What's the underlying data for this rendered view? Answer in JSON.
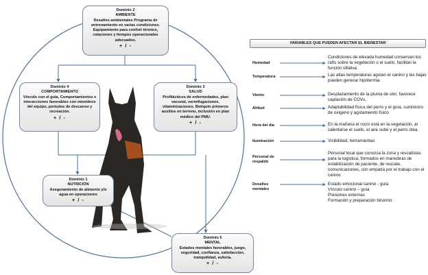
{
  "domains": {
    "d2": {
      "title": "Dominio 2",
      "name": "AMBIENTE",
      "text": "Desafíos ambientales Programa de entrenamiento en varias condiciones. Equipamiento para confort térmico, rotaciones y tiempos operacionales adecuados.",
      "scale": "+ / -"
    },
    "d4": {
      "title": "Dominio 4",
      "name": "COMPORTAMIENTO",
      "text": "Vínculo con el guía, Comportamientos e interacciones favorables con miembros del equipo, periodos de descanso y recreación.",
      "scale": "+ / -"
    },
    "d3": {
      "title": "Dominio 3",
      "name": "SALUD",
      "text": "Profilácticos de enfermedades, plan vacunal, vermifugaciones, vitaminizaciones. Botiquín primeros auxilios en terreno, inclusión en plan médico del PMU.",
      "scale": "+ / -"
    },
    "d1": {
      "title": "Dominio 1",
      "name": "NUTRICIÓN",
      "text": "Aseguramiento de alimento y/o agua en operaciones",
      "scale": "+ / -"
    },
    "d5": {
      "title": "Dominio 5",
      "name": "MENTAL",
      "text": "Estados mentales favorables, juego, seguridad, confianza, satisfacción, tranquilidad, euforia.",
      "scale": "+ / -"
    }
  },
  "variables": {
    "header": "VARIABLES QUE PUEDEN AFECTAR EL BIENESTAR",
    "items": [
      {
        "label": "Humedad",
        "text": "Condiciones de elevada humedad conservan los rafts sobre la vegetación o el suelo, facilitan la función olfativa."
      },
      {
        "label": "Temperatura",
        "text": "Las altas temperaturas agotan el canino y las bajas pueden generar hipotermia"
      },
      {
        "label": "Viento",
        "text": "Desplazamiento de la pluma de olor, favorece captación de COVs."
      },
      {
        "label": "Altitud",
        "text": "Adaptabilidad física del perro y el guía, suministro de oxígeno y agotamiento físico"
      },
      {
        "label": "Hora del día",
        "text": "En la mañana el rocío está en la vegetación, al calentarse el suelo, el aire sube y el perro otea."
      },
      {
        "label": "Iluminación",
        "text": "Visibilidad, herramientas"
      },
      {
        "label": "Personal de respaldo",
        "text": "Personal local que conozca la zona y rescatistas para la logística, formados en maniobras de estabilización de paciente, de rescate, comunicaciones, con empatía por el trabajo con el canino."
      },
      {
        "label": "Desafíos mentales",
        "text": "Estado emocional canino - guía\nVínculo canino – guía\nPresiones externas\nFormación y preparación binomio"
      }
    ]
  },
  "colors": {
    "line": "#4a6fa5",
    "border": "#6f86a8"
  }
}
